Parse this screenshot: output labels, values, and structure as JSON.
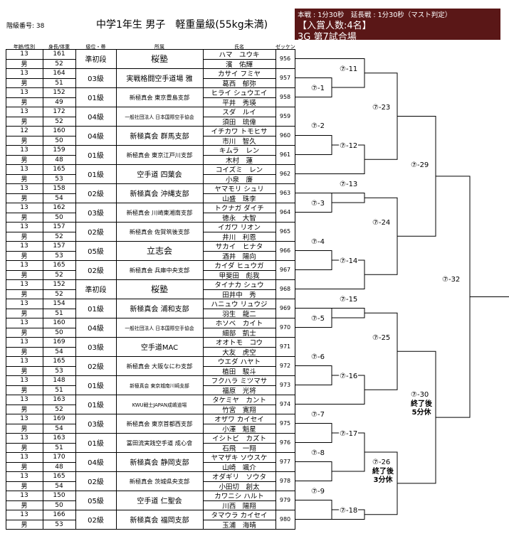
{
  "header": {
    "grade_label": "階級番号: 38",
    "title": "中学1年生 男子　軽重量級(55kg未満)",
    "info": {
      "line1": "本戦 : 1分30秒　延長戦 : 1分30秒（マスト判定）",
      "line2": "【入賞人数:4名】",
      "line3": "3G 第7試合場"
    }
  },
  "columns": {
    "age_sex": "年齢/性別",
    "height_weight": "身長/体重",
    "rank": "級位・帯",
    "club": "所属",
    "name": "氏名",
    "bib": "ゼッケン"
  },
  "entries": [
    {
      "age": "13",
      "sex": "男",
      "height": "161",
      "weight": "52",
      "rank": "準初段",
      "club": "桜塾",
      "kana": "ハマ　ユウキ",
      "kanji": "濱　佑輝",
      "bib": "956"
    },
    {
      "age": "13",
      "sex": "男",
      "height": "164",
      "weight": "51",
      "rank": "03級",
      "club": "実戦格闘空手道場 雅",
      "kana": "カサイ フミヤ",
      "kanji": "葛西　郁弥",
      "bib": "957"
    },
    {
      "age": "13",
      "sex": "男",
      "height": "152",
      "weight": "49",
      "rank": "01級",
      "club": "新極真会 東京豊島支部",
      "kana": "ヒライ シュウエイ",
      "kanji": "平井　秀瑛",
      "bib": "958"
    },
    {
      "age": "13",
      "sex": "男",
      "height": "172",
      "weight": "52",
      "rank": "04級",
      "club": "一般社団法人 日本国際空手協会",
      "kana": "スダ　ルイ",
      "kanji": "須田　琉偉",
      "bib": "959"
    },
    {
      "age": "12",
      "sex": "男",
      "height": "160",
      "weight": "50",
      "rank": "04級",
      "club": "新極真会 群馬支部",
      "kana": "イチカワ トモヒサ",
      "kanji": "市川　智久",
      "bib": "960"
    },
    {
      "age": "13",
      "sex": "男",
      "height": "159",
      "weight": "48",
      "rank": "01級",
      "club": "新極真会 東京江戸川支部",
      "kana": "キムラ　レン",
      "kanji": "木村　蓮",
      "bib": "961"
    },
    {
      "age": "13",
      "sex": "男",
      "height": "165",
      "weight": "53",
      "rank": "01級",
      "club": "空手道 四葉会",
      "kana": "コイズミ　レン",
      "kanji": "小泉　廉",
      "bib": "962"
    },
    {
      "age": "13",
      "sex": "男",
      "height": "158",
      "weight": "54",
      "rank": "02級",
      "club": "新極真会 沖縄支部",
      "kana": "ヤマモリ シュリ",
      "kanji": "山盛　珠李",
      "bib": "963"
    },
    {
      "age": "13",
      "sex": "男",
      "height": "162",
      "weight": "50",
      "rank": "03級",
      "club": "新極真会 川崎東湘南支部",
      "kana": "トクナガ ダイチ",
      "kanji": "徳永　大智",
      "bib": "964"
    },
    {
      "age": "13",
      "sex": "男",
      "height": "157",
      "weight": "52",
      "rank": "02級",
      "club": "新極真会 佐賀筑後支部",
      "kana": "イガワ リオン",
      "kanji": "井川　利恩",
      "bib": "965"
    },
    {
      "age": "13",
      "sex": "男",
      "height": "157",
      "weight": "53",
      "rank": "05級",
      "club": "立志会",
      "kana": "サカイ　ヒナタ",
      "kanji": "酒井　陽向",
      "bib": "966"
    },
    {
      "age": "13",
      "sex": "男",
      "height": "165",
      "weight": "52",
      "rank": "02級",
      "club": "新極真会 兵庫中央支部",
      "kana": "カイダ ヒュウガ",
      "kanji": "甲斐田　彪我",
      "bib": "967"
    },
    {
      "age": "13",
      "sex": "男",
      "height": "152",
      "weight": "52",
      "rank": "準初段",
      "club": "桜塾",
      "kana": "タイナカ シュウ",
      "kanji": "田井中　秀",
      "bib": "968"
    },
    {
      "age": "13",
      "sex": "男",
      "height": "154",
      "weight": "51",
      "rank": "01級",
      "club": "新極真会 浦和支部",
      "kana": "ハニュウ リュウジ",
      "kanji": "羽生　龍二",
      "bib": "969"
    },
    {
      "age": "13",
      "sex": "男",
      "height": "160",
      "weight": "50",
      "rank": "04級",
      "club": "一般社団法人 日本国際空手協会",
      "kana": "ホソベ　カイト",
      "kanji": "細部　凱士",
      "bib": "970"
    },
    {
      "age": "13",
      "sex": "男",
      "height": "169",
      "weight": "54",
      "rank": "03級",
      "club": "空手道MAC",
      "kana": "オオトモ　コウ",
      "kanji": "大友　虎空",
      "bib": "971"
    },
    {
      "age": "13",
      "sex": "男",
      "height": "165",
      "weight": "53",
      "rank": "02級",
      "club": "新極真会 大阪なにわ支部",
      "kana": "ウエダ ハヤト",
      "kanji": "植田　駿斗",
      "bib": "972"
    },
    {
      "age": "13",
      "sex": "男",
      "height": "148",
      "weight": "51",
      "rank": "01級",
      "club": "新極真会 東京城南川崎支部",
      "kana": "フクハラ ミツマサ",
      "kanji": "福原　光将",
      "bib": "973"
    },
    {
      "age": "13",
      "sex": "男",
      "height": "163",
      "weight": "52",
      "rank": "01級",
      "club": "KWU戦士JAPAN成嶋道場",
      "kana": "タケミヤ　カント",
      "kanji": "竹宮　寛翔",
      "bib": "974"
    },
    {
      "age": "13",
      "sex": "男",
      "height": "169",
      "weight": "54",
      "rank": "03級",
      "club": "新極真会 東京首都西支部",
      "kana": "オザワ カイセイ",
      "kanji": "小澤　魁星",
      "bib": "975"
    },
    {
      "age": "13",
      "sex": "男",
      "height": "163",
      "weight": "51",
      "rank": "01級",
      "club": "冨田流実践空手道 成心會",
      "kana": "イシトビ　カズト",
      "kanji": "石飛　一翔",
      "bib": "976"
    },
    {
      "age": "13",
      "sex": "男",
      "height": "170",
      "weight": "48",
      "rank": "04級",
      "club": "新極真会 静岡支部",
      "kana": "ヤマザキ ソウスケ",
      "kanji": "山崎　颯介",
      "bib": "977"
    },
    {
      "age": "13",
      "sex": "男",
      "height": "165",
      "weight": "54",
      "rank": "02級",
      "club": "新極真会 茨城県央支部",
      "kana": "オダギリ　ソウタ",
      "kanji": "小田切　創太",
      "bib": "978"
    },
    {
      "age": "13",
      "sex": "男",
      "height": "150",
      "weight": "50",
      "rank": "05級",
      "club": "空手道 仁聖会",
      "kana": "カワニシ ハルト",
      "kanji": "川西　陽翔",
      "bib": "979"
    },
    {
      "age": "13",
      "sex": "男",
      "height": "166",
      "weight": "53",
      "rank": "02級",
      "club": "新極真会 福岡支部",
      "kana": "タマウラ カイセイ",
      "kanji": "玉浦　海晴",
      "bib": "980"
    }
  ],
  "bouts": {
    "b1": "⑦-1",
    "b2": "⑦-2",
    "b3": "⑦-3",
    "b4": "⑦-4",
    "b5": "⑦-5",
    "b6": "⑦-6",
    "b7": "⑦-7",
    "b8": "⑦-8",
    "b9": "⑦-9",
    "b11": "⑦-11",
    "b12": "⑦-12",
    "b13": "⑦-13",
    "b14": "⑦-14",
    "b15": "⑦-15",
    "b16": "⑦-16",
    "b17": "⑦-17",
    "b18": "⑦-18",
    "b23": "⑦-23",
    "b24": "⑦-24",
    "b25": "⑦-25",
    "b26": "⑦-26",
    "b29": "⑦-29",
    "b30": "⑦-30",
    "b32": "⑦-32"
  },
  "notes": {
    "n30a": "終了後",
    "n30b": "5分休",
    "n26a": "終了後",
    "n26b": "3分休"
  },
  "colors": {
    "info_bg": "#5a1717",
    "info_text": "#ffffff"
  }
}
